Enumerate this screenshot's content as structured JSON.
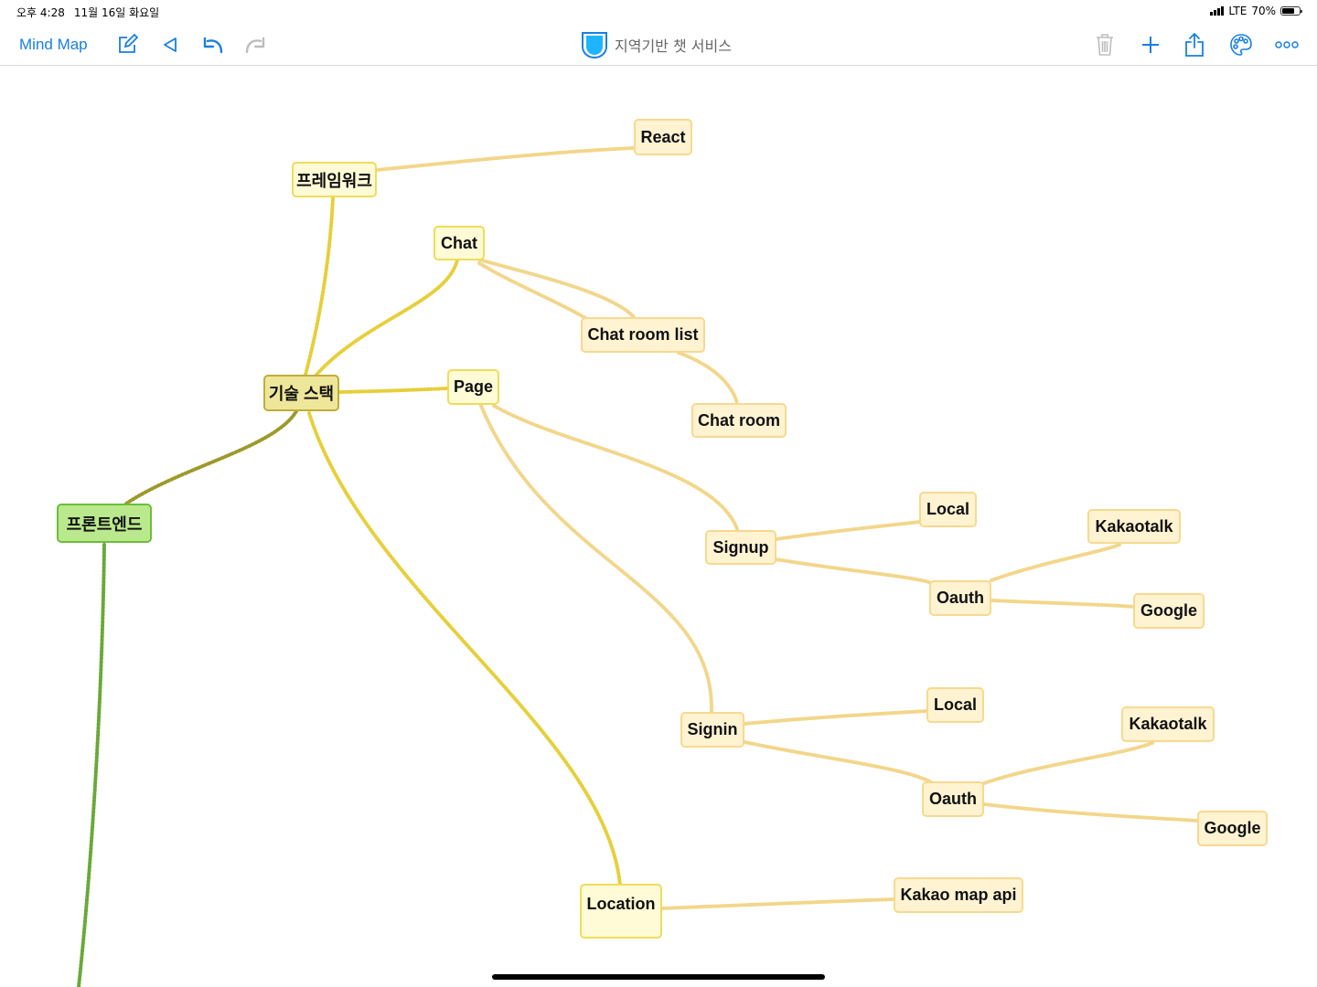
{
  "status_bar": {
    "time": "오후 4:28",
    "date": "11월 16일 화요일",
    "network": "LTE",
    "battery": "70%",
    "battery_level": 0.7
  },
  "toolbar": {
    "app_label": "Mind Map",
    "doc_title": "지역기반 챗 서비스",
    "icons": [
      "edit-icon",
      "back-icon",
      "undo-icon",
      "redo-icon",
      "trash-icon",
      "plus-icon",
      "share-icon",
      "palette-icon",
      "more-icon"
    ]
  },
  "colors": {
    "accent": "#1a7fe0",
    "root_fill": "#b9e98c",
    "hub_fill": "#eee79a",
    "level1_fill": "#fffbd6",
    "level2_fill": "#fff3d2",
    "root_link": "#6aa838",
    "hub_link": "#9c9a2a",
    "level1_link": "#e6cf3a",
    "level2_link": "#f2d68a"
  },
  "mindmap": {
    "root": "프론트엔드",
    "hub": "기술 스택",
    "framework": "프레임워크",
    "react": "React",
    "chat": "Chat",
    "chat_room_list": "Chat room list",
    "chat_room": "Chat room",
    "page": "Page",
    "signup": "Signup",
    "signup_local": "Local",
    "signup_oauth": "Oauth",
    "signup_kakaotalk": "Kakaotalk",
    "signup_google": "Google",
    "signin": "Signin",
    "signin_local": "Local",
    "signin_oauth": "Oauth",
    "signin_kakaotalk": "Kakaotalk",
    "signin_google": "Google",
    "location": "Location",
    "kakao_map_api": "Kakao map api"
  }
}
